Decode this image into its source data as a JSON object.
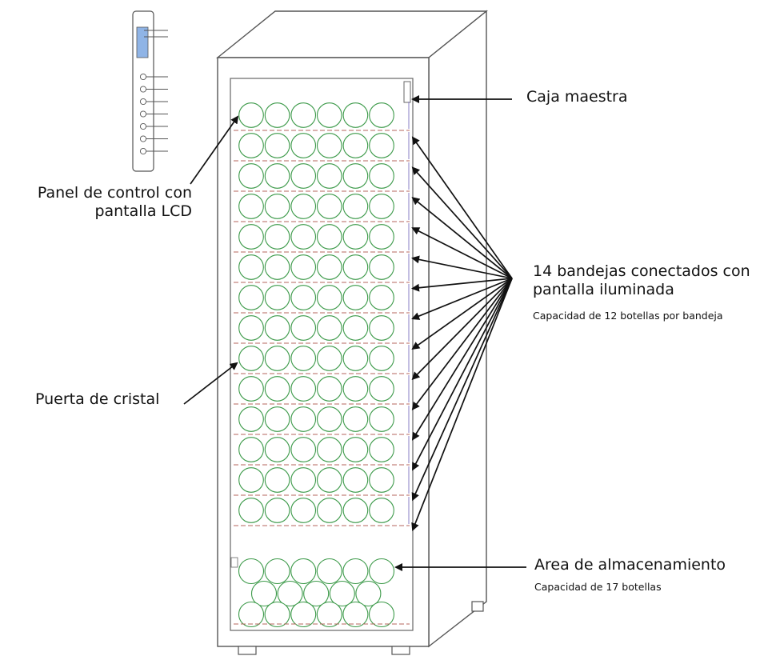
{
  "labels": {
    "caja_maestra": "Caja maestra",
    "panel_line1": "Panel de control con",
    "panel_line2": "pantalla LCD",
    "bandejas_title_line1": "14 bandejas conectados con",
    "bandejas_title_line2": "pantalla iluminada",
    "bandejas_capacity": "Capacidad de 12 botellas por bandeja",
    "puerta": "Puerta de cristal",
    "area_title": "Area de almacenamiento",
    "area_capacity": "Capacidad de 17 botellas"
  },
  "diagram": {
    "tray_count": 14,
    "bottles_per_tray_row": 6,
    "storage_rows": [
      6,
      5,
      6
    ],
    "control_panel_buttons": 7,
    "colors": {
      "outline": "#555555",
      "bottle": "#3d9a4a",
      "shelf_dash": "#b5655e",
      "tray_edge": "#8a7fc4",
      "lcd": "#8fb4e6",
      "arrow": "#111111"
    }
  }
}
